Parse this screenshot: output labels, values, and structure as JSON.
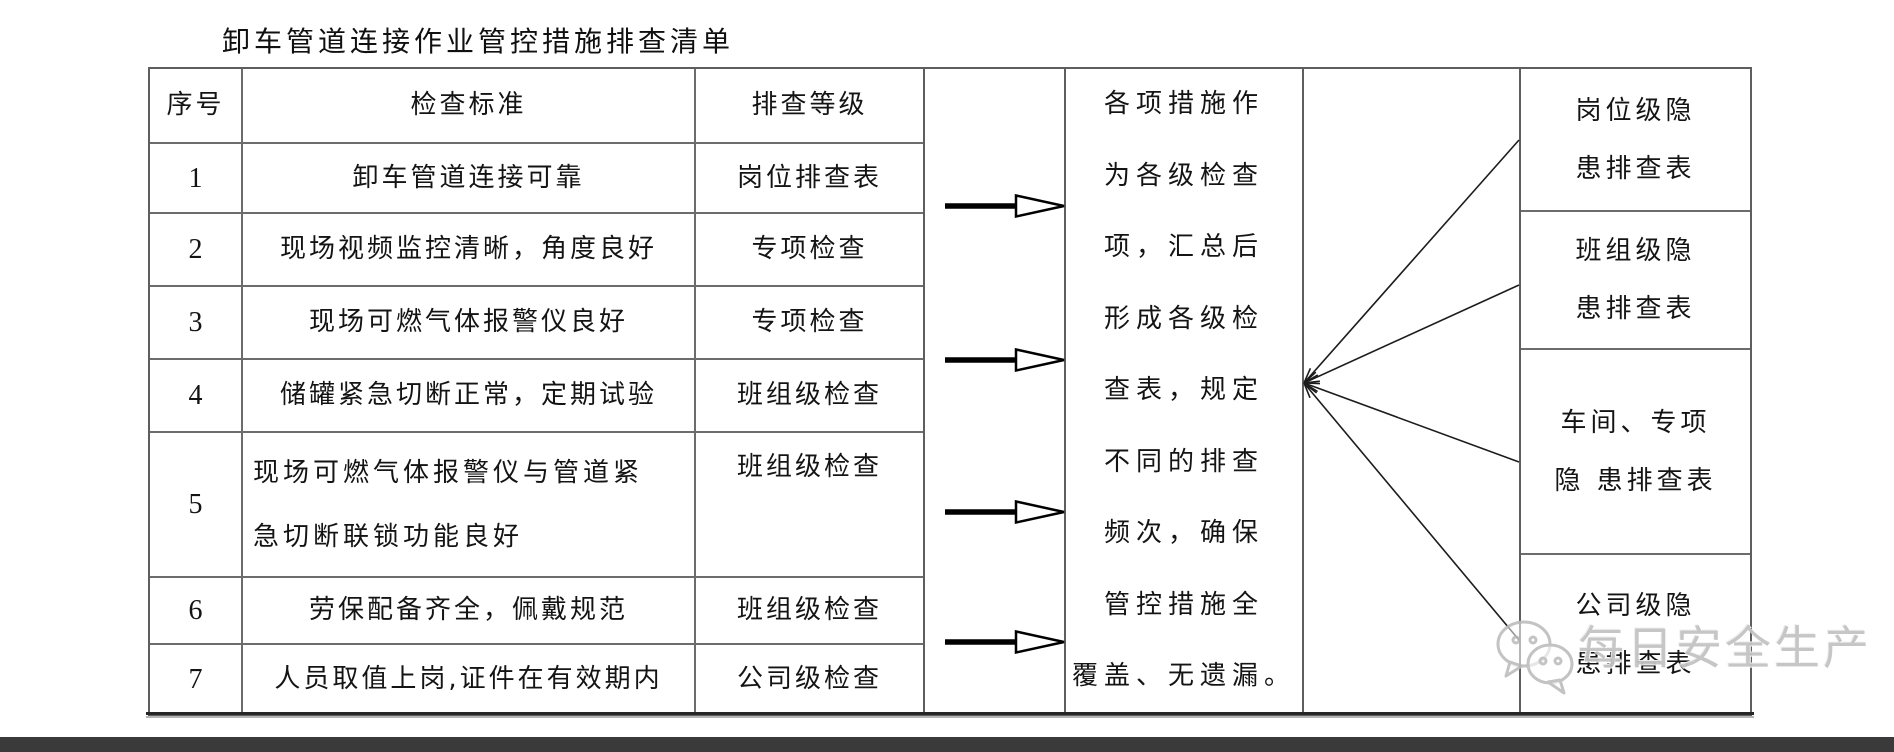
{
  "title": "卸车管道连接作业管控措施排查清单",
  "table": {
    "headers": [
      "序号",
      "检查标准",
      "排查等级"
    ],
    "rows": [
      {
        "no": "1",
        "standard": "卸车管道连接可靠",
        "level": "岗位排查表"
      },
      {
        "no": "2",
        "standard": "现场视频监控清晰，角度良好",
        "level": "专项检查"
      },
      {
        "no": "3",
        "standard": "现场可燃气体报警仪良好",
        "level": "专项检查"
      },
      {
        "no": "4",
        "standard": "储罐紧急切断正常，定期试验",
        "level": "班组级检查"
      },
      {
        "no": "5",
        "standard": "现场可燃气体报警仪与管道紧\n急切断联锁功能良好",
        "level": "班组级检查"
      },
      {
        "no": "6",
        "standard": "劳保配备齐全，佩戴规范",
        "level": "班组级检查"
      },
      {
        "no": "7",
        "standard": "人员取值上岗,证件在有效期内",
        "level": "公司级检查"
      }
    ]
  },
  "middle_note": "各项措施作\n为各级检查\n项，汇总后\n形成各级检\n查表，规定\n不同的排查\n频次，确保\n管控措施全\n覆盖、无遗漏。",
  "output_boxes": [
    {
      "label": "岗位级隐\n患排查表"
    },
    {
      "label": "班组级隐\n患排查表"
    },
    {
      "label": "车间、专项\n隐 患排查表"
    },
    {
      "label": "公司级隐\n患排查表"
    }
  ],
  "watermark": {
    "text": "每日安全生产",
    "icon": "wechat-icon"
  },
  "colors": {
    "grid_border": "#5e5e5e",
    "arrow_black": "#000000",
    "watermark_gray": "#c3c3c3",
    "bottom_bar": "#3a3a3a"
  }
}
